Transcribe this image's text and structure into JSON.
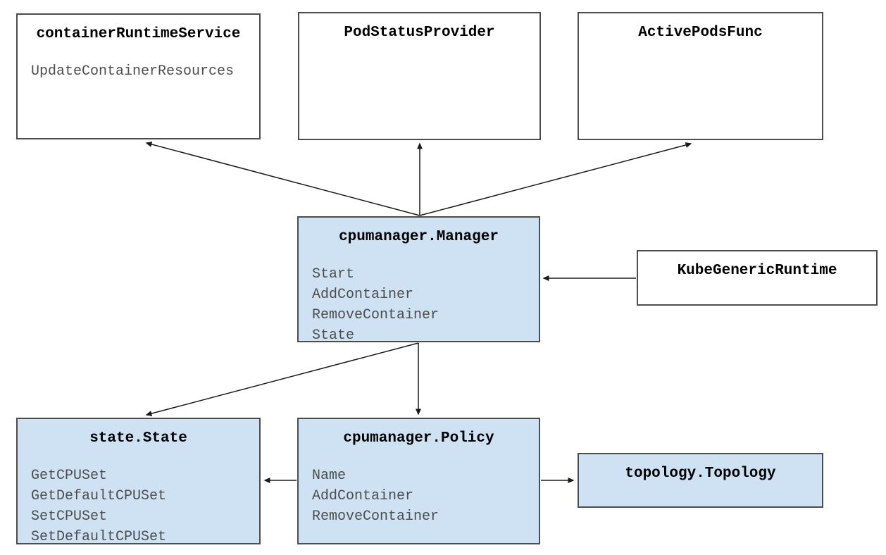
{
  "diagram": {
    "nodes": {
      "container_runtime_service": {
        "title": "containerRuntimeService",
        "methods": [
          "UpdateContainerResources"
        ],
        "filled": false
      },
      "pod_status_provider": {
        "title": "PodStatusProvider",
        "methods": [],
        "filled": false
      },
      "active_pods_func": {
        "title": "ActivePodsFunc",
        "methods": [],
        "filled": false
      },
      "cpumanager_manager": {
        "title": "cpumanager.Manager",
        "methods": [
          "Start",
          "AddContainer",
          "RemoveContainer",
          "State"
        ],
        "filled": true
      },
      "kube_generic_runtime": {
        "title": "KubeGenericRuntime",
        "methods": [],
        "filled": false
      },
      "state_state": {
        "title": "state.State",
        "methods": [
          "GetCPUSet",
          "GetDefaultCPUSet",
          "SetCPUSet",
          "SetDefaultCPUSet"
        ],
        "filled": true
      },
      "cpumanager_policy": {
        "title": "cpumanager.Policy",
        "methods": [
          "Name",
          "AddContainer",
          "RemoveContainer"
        ],
        "filled": true
      },
      "topology_topology": {
        "title": "topology.Topology",
        "methods": [],
        "filled": true
      }
    },
    "edges": [
      {
        "from": "cpumanager.Manager",
        "to": "containerRuntimeService"
      },
      {
        "from": "cpumanager.Manager",
        "to": "PodStatusProvider"
      },
      {
        "from": "cpumanager.Manager",
        "to": "ActivePodsFunc"
      },
      {
        "from": "KubeGenericRuntime",
        "to": "cpumanager.Manager"
      },
      {
        "from": "cpumanager.Manager",
        "to": "state.State"
      },
      {
        "from": "cpumanager.Manager",
        "to": "cpumanager.Policy"
      },
      {
        "from": "cpumanager.Policy",
        "to": "state.State"
      },
      {
        "from": "cpumanager.Policy",
        "to": "topology.Topology"
      }
    ],
    "colors": {
      "highlight_fill": "#cfe2f3",
      "plain_fill": "#ffffff",
      "node_border": "#4d4d4d",
      "title_text": "#000000",
      "method_text": "#4d4d4d",
      "arrow": "#1a1a1a"
    }
  }
}
